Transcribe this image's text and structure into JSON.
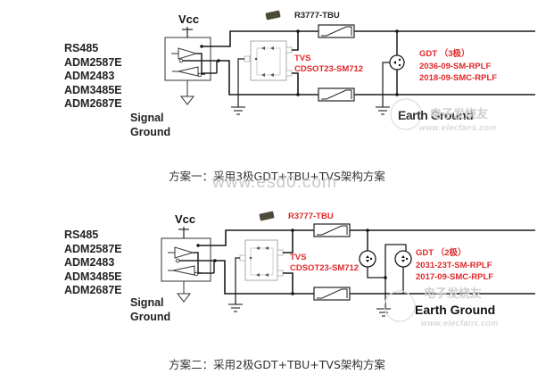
{
  "diagram1": {
    "vcc_label": "Vcc",
    "chips": [
      "RS485",
      "ADM2587E",
      "ADM2483",
      "ADM3485E",
      "ADM2687E"
    ],
    "signal_ground": [
      "Signal",
      "Ground"
    ],
    "tbu_label": "R3777-TBU",
    "tvs_label": [
      "TVS",
      "CDSOT23-SM712"
    ],
    "gdt_label": [
      "GDT （3极）",
      "2036-09-SM-RPLF",
      "2018-09-SMC-RPLF"
    ],
    "earth_ground": "Earth Ground",
    "caption": "方案一：采用3极GDT+TBU+TVS架构方案"
  },
  "diagram2": {
    "vcc_label": "Vcc",
    "chips": [
      "RS485",
      "ADM2587E",
      "ADM2483",
      "ADM3485E",
      "ADM2687E"
    ],
    "signal_ground": [
      "Signal",
      "Ground"
    ],
    "tbu_label": "R3777-TBU",
    "tvs_label": [
      "TVS",
      "CDSOT23-SM712"
    ],
    "gdt_label": [
      "GDT （2极）",
      "2031-23T-SM-RPLF",
      "2017-09-SMC-RPLF"
    ],
    "earth_ground": "Earth Ground",
    "caption": "方案二：采用2极GDT+TBU+TVS架构方案"
  },
  "watermarks": {
    "esd": "www.esd0.com",
    "elecfans_cn": "电子发烧友",
    "elecfans_url": "www.elecfans.com"
  },
  "colors": {
    "accent_red": "#e0282a",
    "wire": "#1a1a1a",
    "component_gray": "#8a8a8a"
  }
}
